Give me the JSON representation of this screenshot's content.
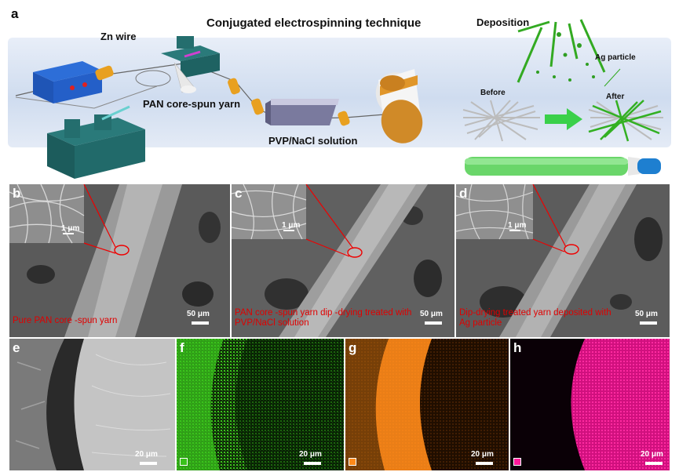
{
  "panel_a": {
    "label": "a",
    "title": "Conjugated electrospinning technique",
    "zn_wire": "Zn wire",
    "pan_yarn": "PAN core-spun yarn",
    "pvp_solution": "PVP/NaCl solution",
    "deposition": "Deposition",
    "ag_particle": "Ag particle",
    "before": "Before",
    "after": "After"
  },
  "sem_panels": [
    {
      "label": "b",
      "inset_scale": "1 μm",
      "scale": "50 μm",
      "caption": "Pure PAN core -spun yarn"
    },
    {
      "label": "c",
      "inset_scale": "1 μm",
      "scale": "50 μm",
      "caption": "PAN core -spun yarn dip -drying treated with PVP/NaCl solution"
    },
    {
      "label": "d",
      "inset_scale": "1 μm",
      "scale": "50 μm",
      "caption": "Dip-drying treated yarn deposited with Ag particle"
    }
  ],
  "eds_panels": [
    {
      "label": "e",
      "scale": "20 μm",
      "color": "#cfcfcf"
    },
    {
      "label": "f",
      "scale": "20 μm",
      "color": "#39c21a"
    },
    {
      "label": "g",
      "scale": "20 μm",
      "color": "#ff8a1a"
    },
    {
      "label": "h",
      "scale": "20 μm",
      "color": "#ff1a9a"
    }
  ]
}
